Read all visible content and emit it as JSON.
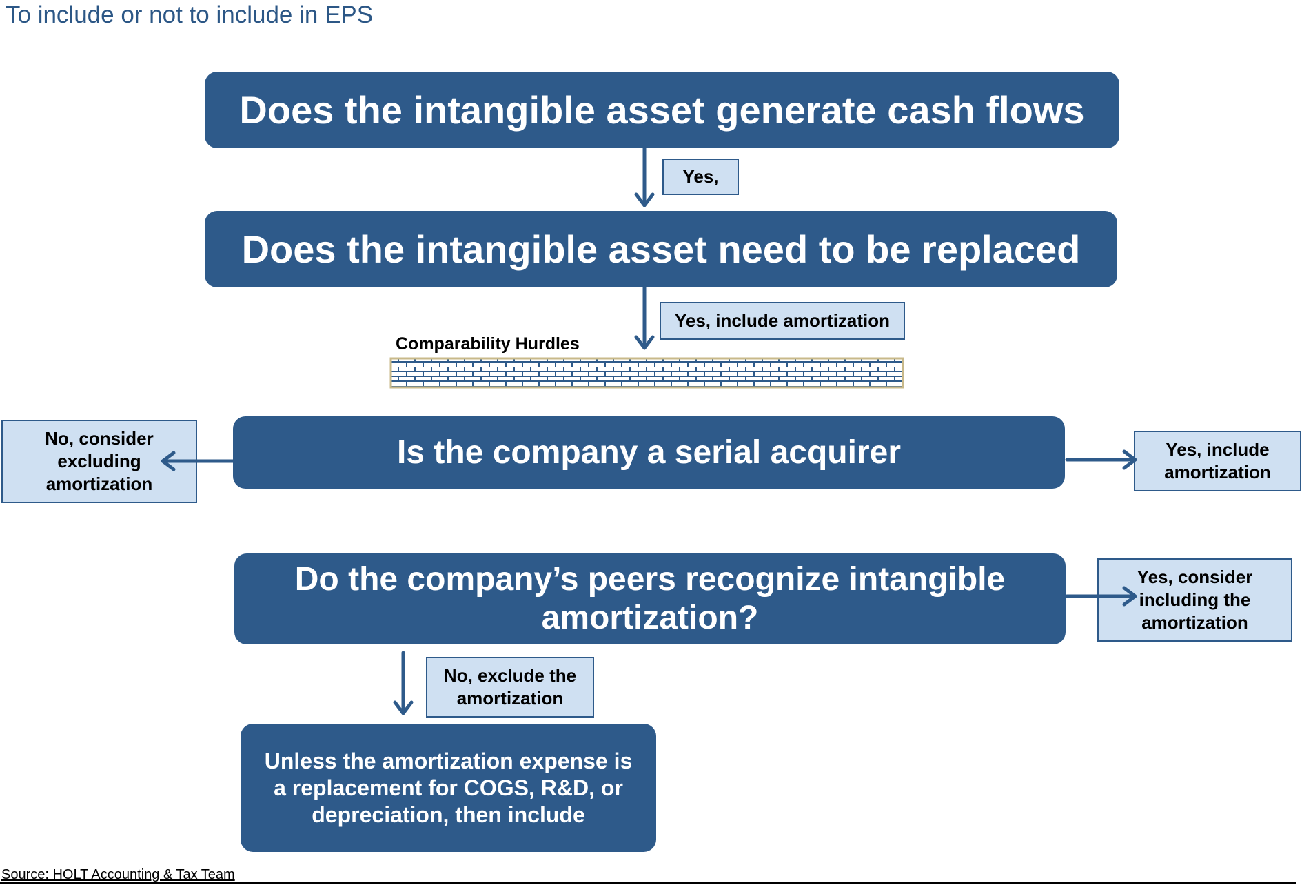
{
  "subtitle": "To include or not to include in EPS",
  "boxes": {
    "q1": "Does the intangible asset generate cash flows",
    "q2": "Does the intangible asset need to be replaced",
    "q3": "Is the company a serial acquirer",
    "q4_line1": "Do the company’s peers recognize intangible",
    "q4_line2": "amortization?",
    "final_line1": "Unless the amortization expense is",
    "final_line2": "a replacement for COGS, R&D, or",
    "final_line3": "depreciation, then include"
  },
  "labels": {
    "yes1": "Yes,",
    "yes_include_amort": "Yes, include amortization",
    "no_consider_line1": "No, consider",
    "no_consider_line2": "excluding",
    "no_consider_line3": "amortization",
    "yes_include_line1": "Yes, include",
    "yes_include_line2": "amortization",
    "yes_consider_line1": "Yes, consider",
    "yes_consider_line2": "including the",
    "yes_consider_line3": "amortization",
    "no_exclude_line1": "No, exclude the",
    "no_exclude_line2": "amortization"
  },
  "hurdles_title": "Comparability Hurdles",
  "source": "Source: HOLT Accounting & Tax Team",
  "colors": {
    "box_fill": "#2e5a8a",
    "label_fill": "#cfe0f2",
    "subtitle": "#2c5786",
    "wall_border": "#c8b98a"
  }
}
